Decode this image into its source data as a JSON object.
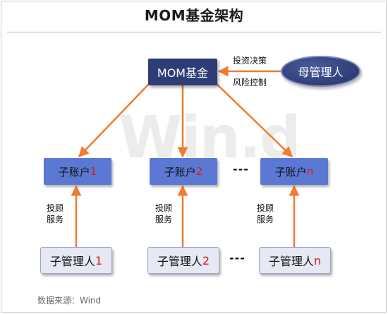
{
  "title": "MOM基金架构",
  "watermark": "Win.d",
  "mom_fund": "MOM基金",
  "parent_manager": "母管理人",
  "top_labels": {
    "decision": "投资决策",
    "risk": "风险控制"
  },
  "sub_accounts": [
    {
      "label": "子账户",
      "index": "1"
    },
    {
      "label": "子账户",
      "index": "2"
    },
    {
      "label": "子账户",
      "index": "n"
    }
  ],
  "advisory": [
    "投顾\n服务",
    "投顾\n服务",
    "投顾\n服务"
  ],
  "sub_managers": [
    {
      "label": "子管理人",
      "index": "1"
    },
    {
      "label": "子管理人",
      "index": "2"
    },
    {
      "label": "子管理人",
      "index": "n"
    }
  ],
  "ellipsis": "---",
  "source": "数据来源：Wind",
  "colors": {
    "arrow": "#ed7d31",
    "mom_box": "#2e3d75",
    "account_box": "#5b78d4",
    "sub_box": "#e6e8f4",
    "index_red": "#e0191b"
  }
}
